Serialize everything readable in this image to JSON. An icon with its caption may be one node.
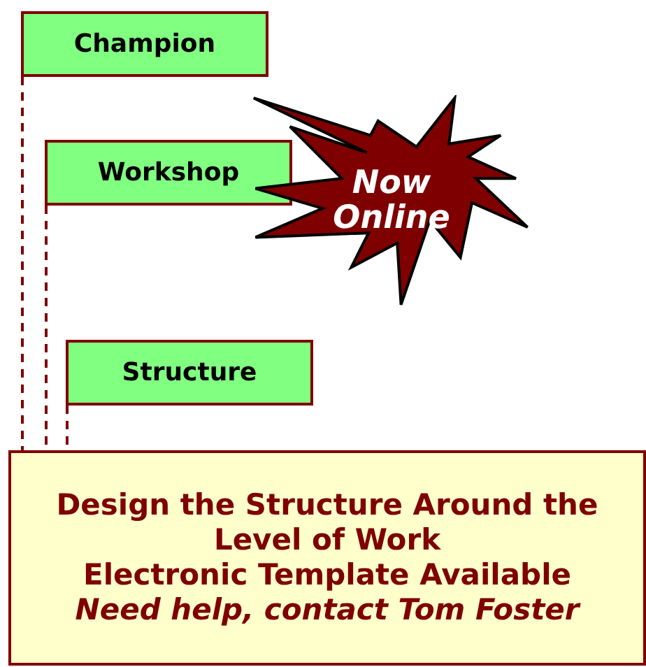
{
  "diagram": {
    "nodes": [
      {
        "text": [
          "Champion"
        ]
      },
      {
        "text": [
          "Workshop"
        ]
      },
      {
        "text": [
          "Structure"
        ]
      },
      {
        "text": [
          "Design the Structure Around the Level of Work",
          "Electronic Template Available",
          "Need help, contact Tom Foster"
        ]
      },
      {
        "text": [
          "Now Online"
        ]
      }
    ],
    "edges": [
      {
        "from": 0,
        "to": 3,
        "arrow": "none",
        "style": "dashed"
      },
      {
        "from": 1,
        "to": 3,
        "arrow": "none",
        "style": "dashed"
      },
      {
        "from": 2,
        "to": 3,
        "arrow": "none",
        "style": "dashed"
      }
    ]
  }
}
